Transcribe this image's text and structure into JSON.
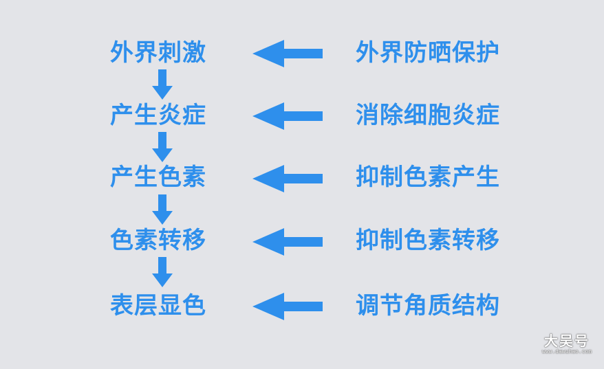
{
  "diagram": {
    "left_steps": [
      "外界刺激",
      "产生炎症",
      "产生色素",
      "色素转移",
      "表层显色"
    ],
    "right_steps": [
      "外界防晒保护",
      "消除细胞炎症",
      "抑制色素产生",
      "抑制色素转移",
      "调节角质结构"
    ]
  },
  "watermark": {
    "main": "大吴号",
    "sub": "www.dawuhao.com"
  },
  "colors": {
    "background": "#e3e4e8",
    "accent": "#2e8fec"
  }
}
